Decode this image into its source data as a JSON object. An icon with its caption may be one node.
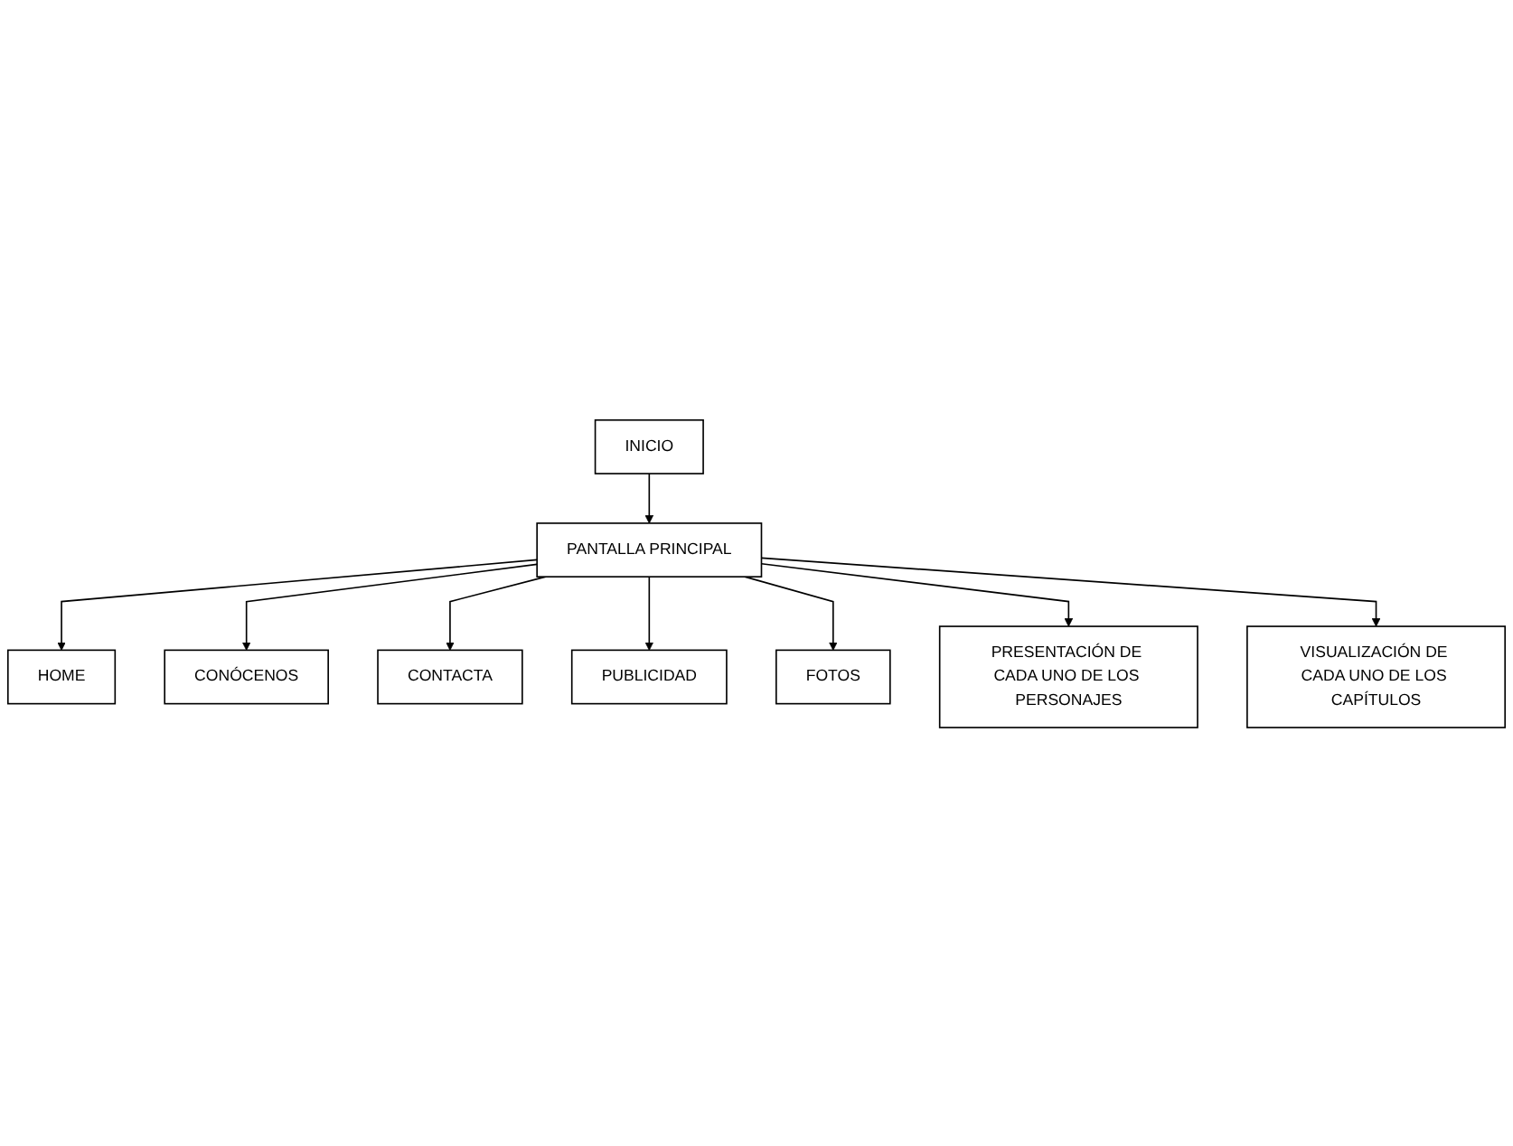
{
  "diagram": {
    "nodes": [
      {
        "text": [
          "INICIO"
        ]
      },
      {
        "text": [
          "HOME"
        ]
      },
      {
        "text": [
          "CONÓCENOS"
        ]
      },
      {
        "text": [
          "PANTALLA PRINCIPAL"
        ]
      },
      {
        "text": [
          "CONTACTA"
        ]
      },
      {
        "text": [
          "PUBLICIDAD"
        ]
      },
      {
        "text": [
          "FOTOS"
        ]
      },
      {
        "text": [
          "PRESENTACIÓN DE CADA UNO DE LOS PERSONAJES"
        ]
      },
      {
        "text": [
          "VISUALIZACIÓN DE CADA UNO DE LOS CAPÍTULOS"
        ]
      }
    ],
    "edges": [
      {
        "from": 0,
        "to": 3,
        "arrow": "to"
      },
      {
        "from": 3,
        "to": 1,
        "arrow": "to"
      },
      {
        "from": 3,
        "to": 2,
        "arrow": "to"
      },
      {
        "from": 3,
        "to": 4,
        "arrow": "to"
      },
      {
        "from": 3,
        "to": 5,
        "arrow": "to"
      },
      {
        "from": 3,
        "to": 6,
        "arrow": "to"
      },
      {
        "from": 3,
        "to": 7,
        "arrow": "to"
      },
      {
        "from": 3,
        "to": 8,
        "arrow": "to"
      }
    ]
  }
}
